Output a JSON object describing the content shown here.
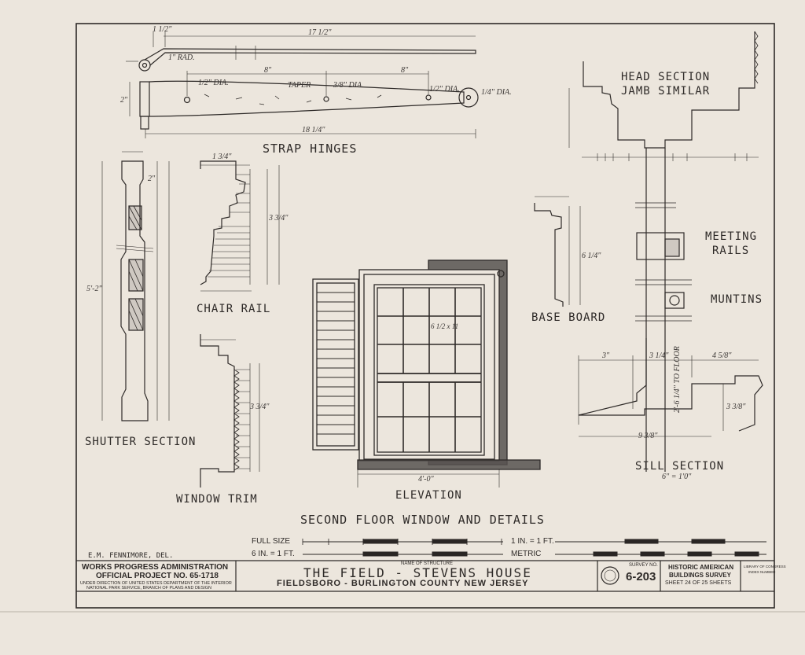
{
  "labels": {
    "strap_hinges": "STRAP HINGES",
    "head_section": "HEAD SECTION",
    "jamb_similar": "JAMB SIMILAR",
    "chair_rail": "CHAIR RAIL",
    "base_board": "BASE BOARD",
    "meeting": "MEETING",
    "rails": "RAILS",
    "muntins": "MUNTINS",
    "shutter_section": "SHUTTER SECTION",
    "window_trim": "WINDOW TRIM",
    "elevation": "ELEVATION",
    "sill_section": "SILL SECTION",
    "sill_scale": "6\" = 1'0\"",
    "sheet_title": "SECOND FLOOR WINDOW AND DETAILS"
  },
  "dimensions": {
    "hinge_len_top": "17 1/2\"",
    "hinge_1_half": "1 1/2\"",
    "hinge_rad": "1\" RAD.",
    "hinge_8a": "8\"",
    "hinge_8b": "8\"",
    "hinge_dia1": "1/2\" DIA.",
    "hinge_taper": "TAPER",
    "hinge_dia2": "3/8\" DIA.",
    "hinge_dia3": "1/2\" DIA.",
    "hinge_dia4": "1/4\" DIA.",
    "hinge_2": "2\"",
    "hinge_total": "18 1/4\"",
    "shutter_height": "5'-2\"",
    "shutter_2": "2\"",
    "chair_rail_top": "1 3/4\"",
    "chair_rail_height": "3 3/4\"",
    "window_trim_height": "3 3/4\"",
    "base_board_height": "6 1/4\"",
    "pane_size": "6 1/2 x 11",
    "elevation_width": "4'-0\"",
    "sill_3": "3\"",
    "sill_3_4": "3 1/4\"",
    "sill_4_5": "4 5/8\"",
    "sill_9": "9 3/8\"",
    "sill_floor": "2'-6 1/4\" TO FLOOR",
    "sill_3_8": "3 3/8\""
  },
  "title_block": {
    "delineator": "E.M. FENNIMORE, DEL.",
    "scale_full_size": "FULL SIZE",
    "scale_6in": "6 IN. = 1 FT.",
    "scale_1in": "1 IN. = 1 FT.",
    "scale_metric": "METRIC",
    "agency_line1": "WORKS PROGRESS ADMINISTRATION",
    "agency_line2": "OFFICIAL PROJECT NO. 65-1718",
    "agency_line3": "UNDER DIRECTION OF UNITED STATES DEPARTMENT OF THE INTERIOR",
    "agency_line4": "NATIONAL PARK SERVICE, BRANCH OF PLANS AND DESIGN",
    "structure_caption": "NAME OF STRUCTURE",
    "structure_name": "THE FIELD - STEVENS HOUSE",
    "location": "FIELDSBORO - BURLINGTON COUNTY NEW JERSEY",
    "survey_caption": "SURVEY NO.",
    "survey_no": "6-203",
    "habs_line1": "HISTORIC AMERICAN",
    "habs_line2": "BUILDINGS SURVEY",
    "sheet_info": "SHEET 24 OF 25 SHEETS",
    "loc_line1": "LIBRARY OF CONGRESS",
    "loc_line2": "INDEX NUMBER"
  },
  "colors": {
    "paper": "#ece6dd",
    "ink": "#2e2a28",
    "bar": "#2a2624"
  }
}
